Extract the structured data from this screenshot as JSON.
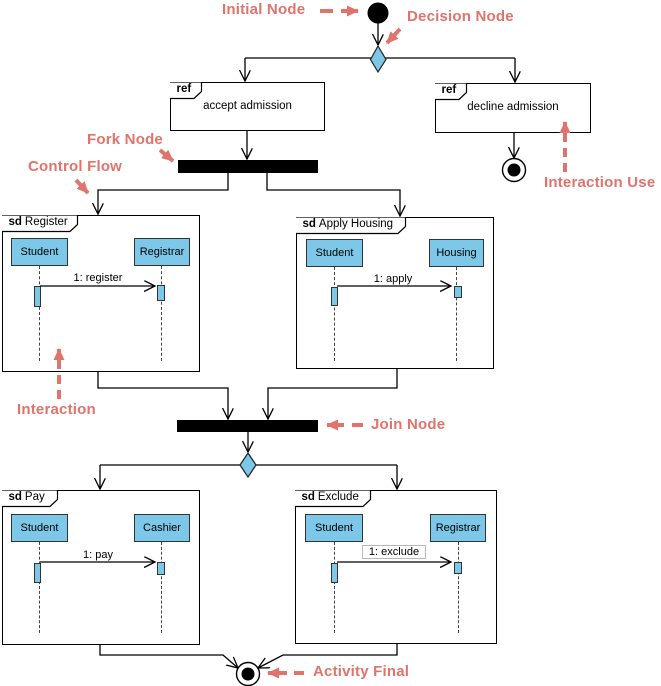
{
  "colors": {
    "annotation": "#e0736b",
    "node_fill": "#7dc8e8",
    "line": "#000000"
  },
  "annotations": {
    "initial_node": "Initial Node",
    "decision_node": "Decision Node",
    "fork_node": "Fork Node",
    "control_flow": "Control Flow",
    "interaction_use": "Interaction Use",
    "interaction": "Interaction",
    "join_node": "Join Node",
    "activity_final": "Activity Final"
  },
  "frames": {
    "accept": {
      "tag": "ref",
      "label": "accept admission"
    },
    "decline": {
      "tag": "ref",
      "label": "decline admission"
    },
    "register": {
      "tag": "sd",
      "name": "Register",
      "lifelines": [
        "Student",
        "Registrar"
      ],
      "message": "1: register"
    },
    "apply_housing": {
      "tag": "sd",
      "name": "Apply Housing",
      "lifelines": [
        "Student",
        "Housing"
      ],
      "message": "1: apply"
    },
    "pay": {
      "tag": "sd",
      "name": "Pay",
      "lifelines": [
        "Student",
        "Cashier"
      ],
      "message": "1: pay"
    },
    "exclude": {
      "tag": "sd",
      "name": "Exclude",
      "lifelines": [
        "Student",
        "Registrar"
      ],
      "message": "1: exclude"
    }
  }
}
